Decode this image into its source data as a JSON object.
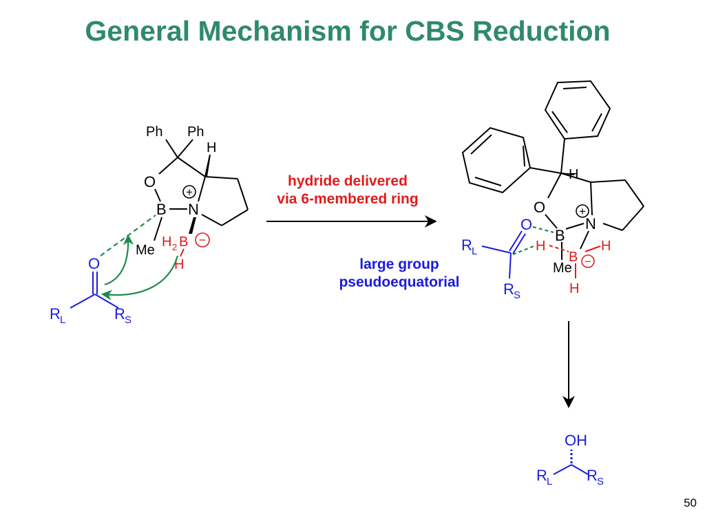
{
  "slide": {
    "title": "General Mechanism for CBS Reduction",
    "page_number": "50"
  },
  "annotations": {
    "hydride_line1": "hydride delivered",
    "hydride_line2": "via 6-membered ring",
    "large_group_line1": "large group",
    "large_group_line2": "pseudoequatorial"
  },
  "labels": {
    "ph": "Ph",
    "h": "H",
    "o": "O",
    "b": "B",
    "n": "N",
    "me": "Me",
    "plus": "+",
    "minus": "−",
    "r": "R",
    "l_sub": "L",
    "s_sub": "S",
    "two_sub": "2",
    "oh": "OH"
  },
  "colors": {
    "title": "#2f8a6a",
    "red": "#e11b1b",
    "blue": "#1a1ae0",
    "green": "#1e8a4a",
    "black": "#000000"
  }
}
